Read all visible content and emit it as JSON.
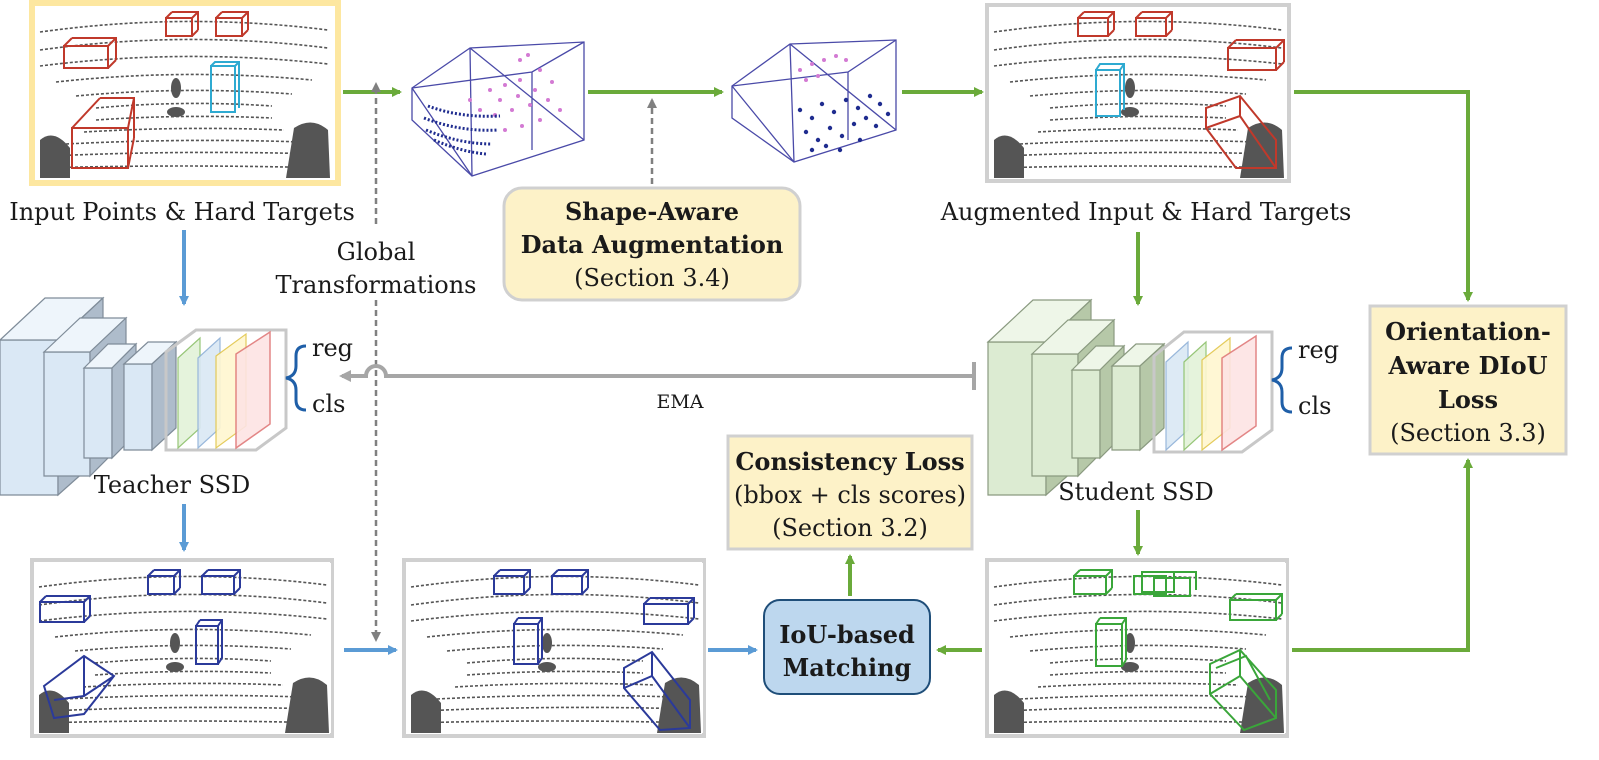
{
  "labels": {
    "input_points": "Input Points & Hard Targets",
    "global_transform_line1": "Global",
    "global_transform_line2": "Transformations",
    "augmented_input": "Augmented Input & Hard Targets",
    "teacher": "Teacher SSD",
    "student": "Student SSD",
    "ema": "EMA",
    "teacher_reg": "reg",
    "teacher_cls": "cls",
    "student_reg": "reg",
    "student_cls": "cls"
  },
  "boxes": {
    "shape_aware": {
      "line1": "Shape-Aware",
      "line2": "Data Augmentation",
      "line3": "(Section 3.4)"
    },
    "consistency": {
      "line1": "Consistency Loss",
      "line2": "(bbox + cls scores)",
      "line3": "(Section 3.2)"
    },
    "orientation": {
      "line1": "Orientation-",
      "line2": "Aware DIoU",
      "line3": "Loss",
      "line4": "(Section 3.3)"
    },
    "iou_matching": {
      "line1": "IoU-based",
      "line2": "Matching"
    }
  },
  "colors": {
    "green_arrow": "#6aaa3a",
    "blue_arrow": "#5b9bd5",
    "gray_arrow": "#a6a6a6",
    "box_yellow": "#fdf2c8",
    "box_blue": "#bdd7ee",
    "teacher_block": "#dae8f5",
    "student_block": "#dcebd2",
    "input_frame": "#fde7a0"
  }
}
